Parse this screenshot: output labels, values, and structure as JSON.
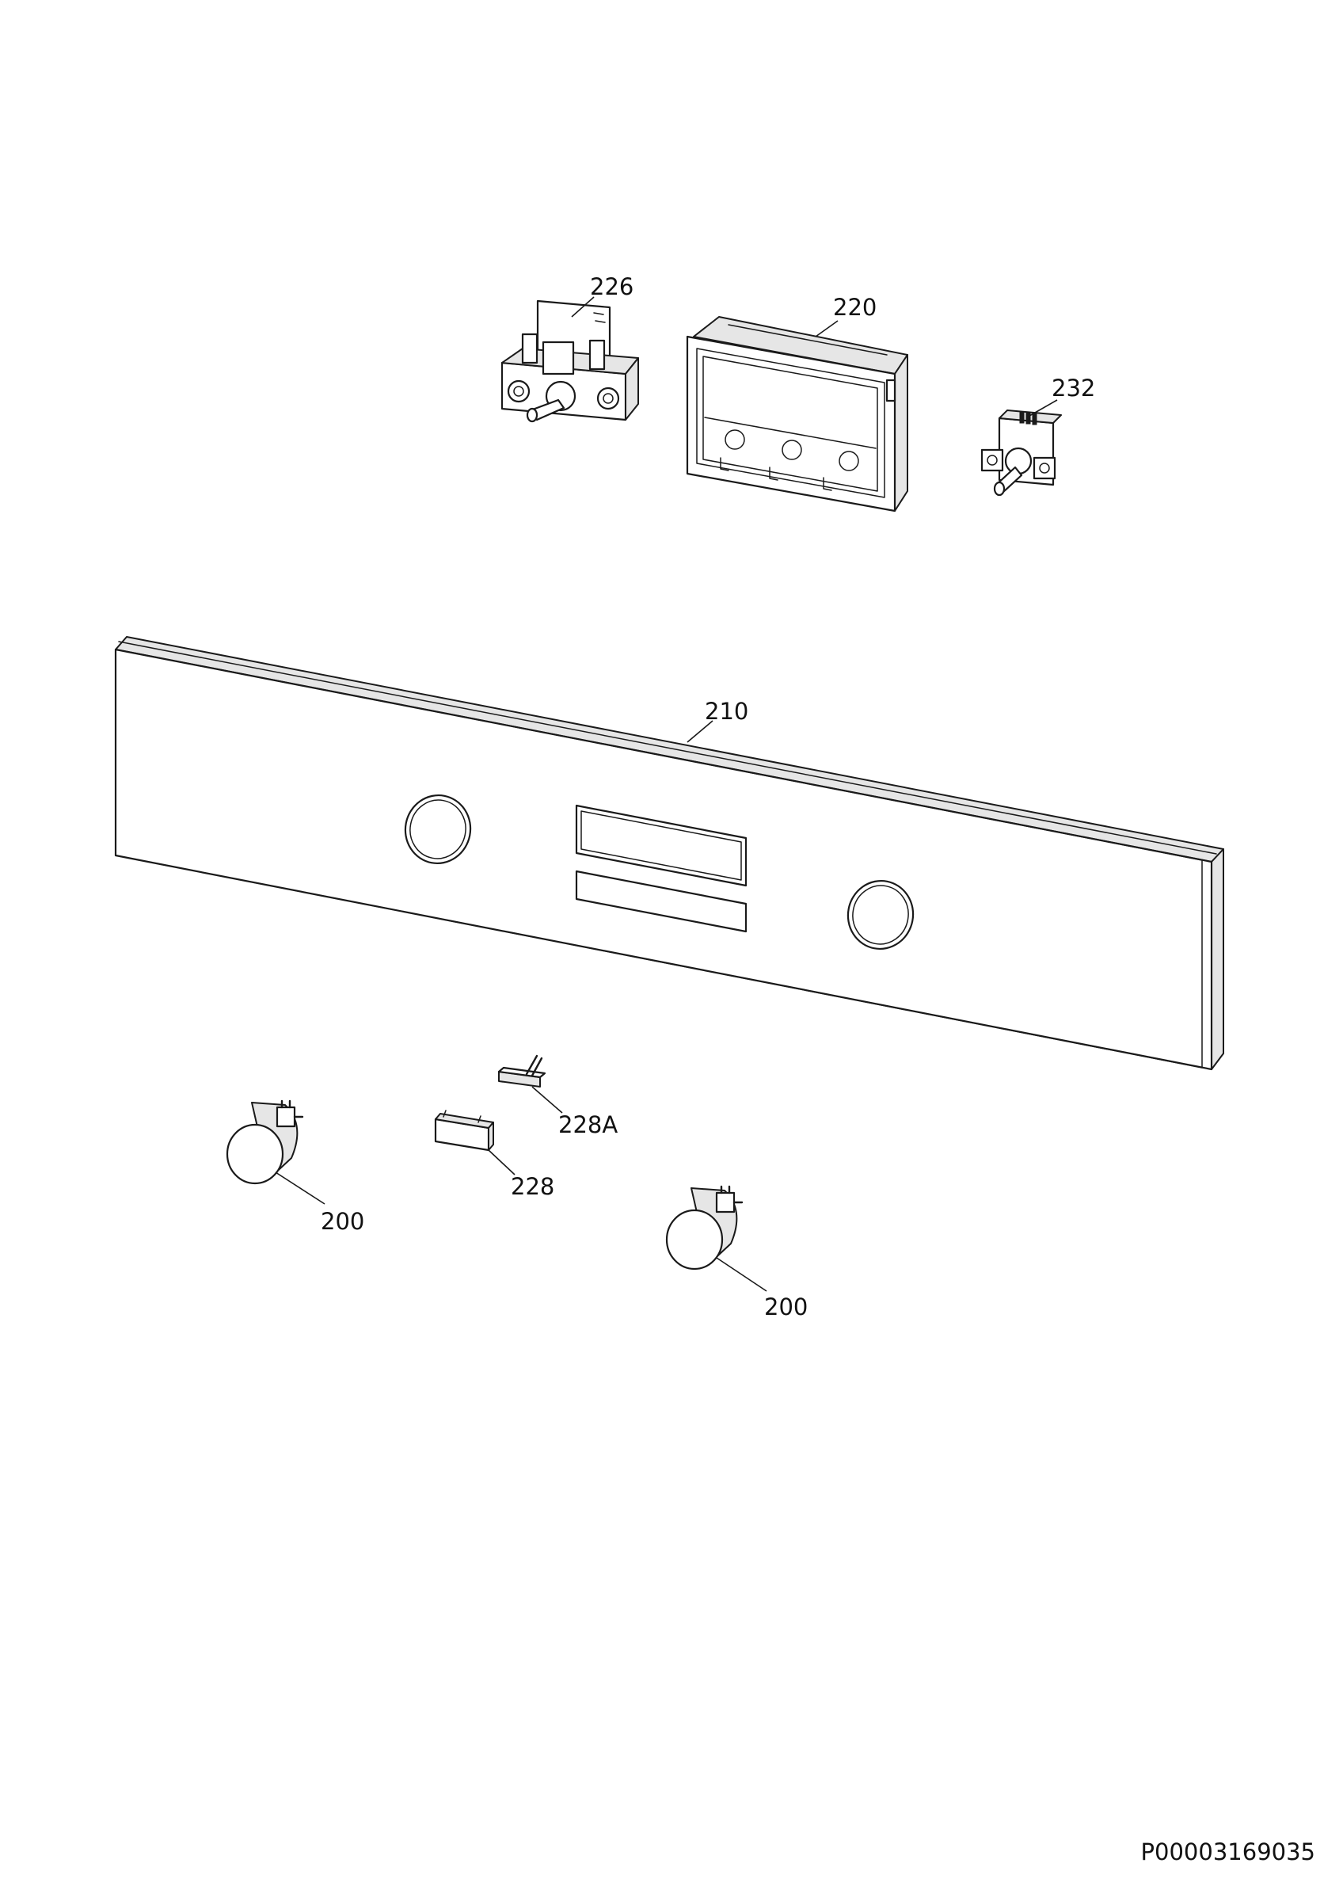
{
  "diagram": {
    "parts": {
      "p226": "226",
      "p220": "220",
      "p232": "232",
      "p210": "210",
      "p228A": "228A",
      "p228": "228",
      "p200_left": "200",
      "p200_right": "200"
    },
    "drawing_number": "P00003169035"
  },
  "colors": {
    "line": "#1a1a1a",
    "background": "#ffffff"
  }
}
